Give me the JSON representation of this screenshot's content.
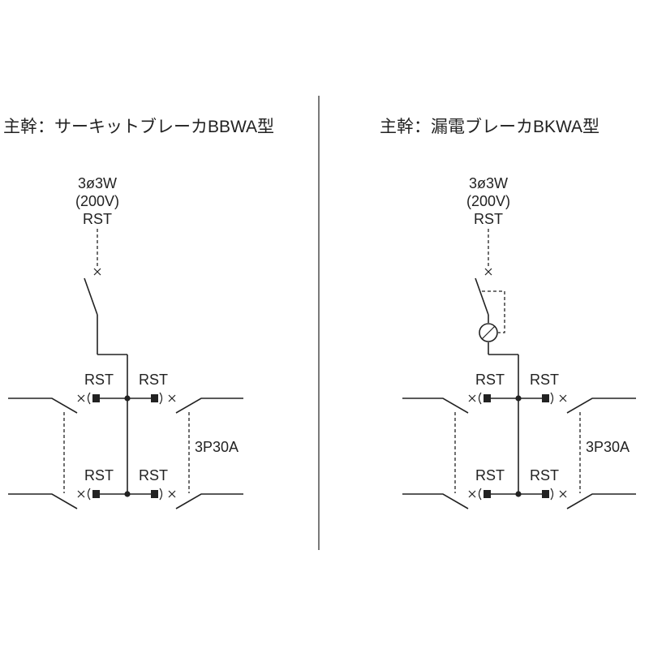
{
  "panels": [
    {
      "title": "主幹：サーキットブレーカBBWA型",
      "supply": [
        "3ø3W",
        "(200V)",
        "RST"
      ],
      "breaker_label": "3P30A",
      "branch_label": "RST",
      "has_leak_detector": false
    },
    {
      "title": "主幹：漏電ブレーカBKWA型",
      "supply": [
        "3ø3W",
        "(200V)",
        "RST"
      ],
      "breaker_label": "3P30A",
      "branch_label": "RST",
      "has_leak_detector": true
    }
  ]
}
